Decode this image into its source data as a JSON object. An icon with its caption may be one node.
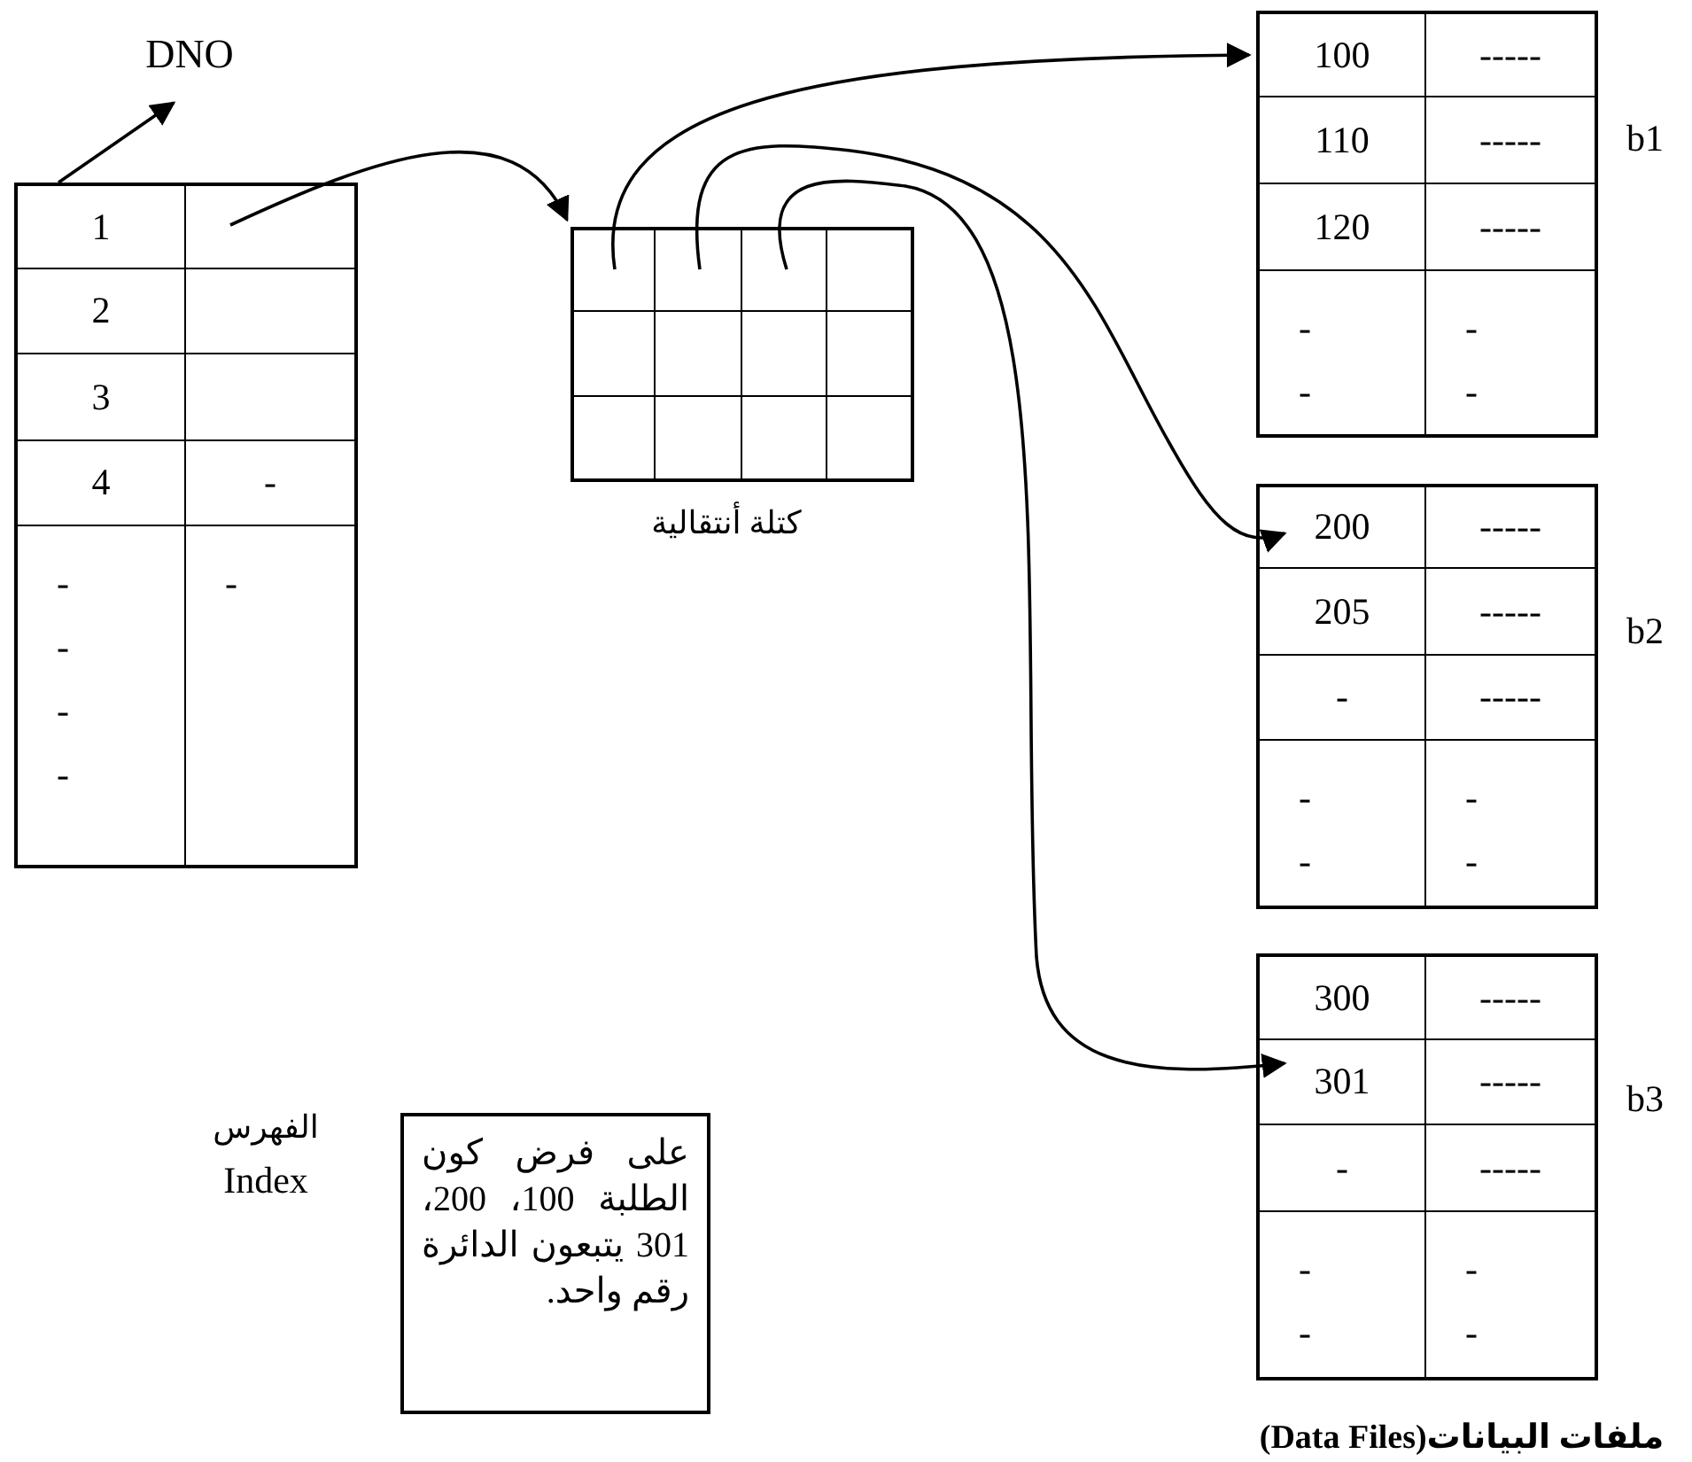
{
  "diagram": {
    "nodes": [
      {
        "text": [
          "DNO"
        ]
      },
      {
        "text": [],
        "shape": "box",
        "beside": [
          "الفهرس",
          "Index"
        ]
      },
      {
        "text": [
          "1"
        ],
        "in": 1
      },
      {
        "text": [],
        "shape": "box",
        "in": 1
      },
      {
        "text": [
          "2"
        ],
        "in": 1
      },
      {
        "text": [],
        "shape": "box",
        "in": 1
      },
      {
        "text": [
          "3"
        ],
        "in": 1
      },
      {
        "text": [],
        "shape": "box",
        "in": 1
      },
      {
        "text": [
          "4"
        ],
        "in": 1
      },
      {
        "text": [
          "-"
        ],
        "in": 1
      },
      {
        "text": [
          "- - - -"
        ],
        "in": 1
      },
      {
        "text": [
          "-"
        ],
        "in": 1
      },
      {
        "text": [],
        "shape": "box",
        "beside": [
          "كتلة أنتقالية"
        ]
      },
      {
        "text": [],
        "shape": "box",
        "in": 12
      },
      {
        "text": [],
        "shape": "box",
        "in": 12
      },
      {
        "text": [],
        "shape": "box",
        "in": 12
      },
      {
        "text": [],
        "shape": "box",
        "in": 12
      },
      {
        "text": [],
        "shape": "box",
        "in": 12
      },
      {
        "text": [],
        "shape": "box",
        "in": 12
      },
      {
        "text": [],
        "shape": "box",
        "in": 12
      },
      {
        "text": [],
        "shape": "box",
        "in": 12
      },
      {
        "text": [],
        "shape": "box",
        "in": 12
      },
      {
        "text": [],
        "shape": "box",
        "in": 12
      },
      {
        "text": [],
        "shape": "box",
        "in": 12
      },
      {
        "text": [],
        "shape": "box",
        "in": 12
      },
      {
        "text": [],
        "shape": "box",
        "beside": [
          "b1"
        ]
      },
      {
        "text": [
          "100"
        ],
        "in": 25
      },
      {
        "text": [
          "-----"
        ],
        "in": 25
      },
      {
        "text": [
          "110"
        ],
        "in": 25
      },
      {
        "text": [
          "-----"
        ],
        "in": 25
      },
      {
        "text": [
          "120"
        ],
        "in": 25
      },
      {
        "text": [
          "-----"
        ],
        "in": 25
      },
      {
        "text": [
          "- -"
        ],
        "in": 25
      },
      {
        "text": [
          "- -"
        ],
        "in": 25
      },
      {
        "text": [],
        "shape": "box",
        "beside": [
          "b2"
        ]
      },
      {
        "text": [
          "200"
        ],
        "in": 34
      },
      {
        "text": [
          "-----"
        ],
        "in": 34
      },
      {
        "text": [
          "205"
        ],
        "in": 34
      },
      {
        "text": [
          "-----"
        ],
        "in": 34
      },
      {
        "text": [
          "-"
        ],
        "in": 34
      },
      {
        "text": [
          "-----"
        ],
        "in": 34
      },
      {
        "text": [
          "- -"
        ],
        "in": 34
      },
      {
        "text": [
          "- -"
        ],
        "in": 34
      },
      {
        "text": [],
        "shape": "box",
        "beside": [
          "b3"
        ]
      },
      {
        "text": [
          "300"
        ],
        "in": 43
      },
      {
        "text": [
          "-----"
        ],
        "in": 43
      },
      {
        "text": [
          "301"
        ],
        "in": 43
      },
      {
        "text": [
          "-----"
        ],
        "in": 43
      },
      {
        "text": [
          "-"
        ],
        "in": 43
      },
      {
        "text": [
          "-----"
        ],
        "in": 43
      },
      {
        "text": [
          "- -"
        ],
        "in": 43
      },
      {
        "text": [
          "- -"
        ],
        "in": 43
      },
      {
        "text": [
          "على فرض كون الطلبة 100، 200، 301 يتبعون الدائرة رقم واحد."
        ]
      }
    ],
    "edges": [
      {
        "from": 1,
        "to": 0,
        "arrow": "to"
      },
      {
        "from": 3,
        "to": 12,
        "arrow": "to"
      },
      {
        "from": 13,
        "to": 26,
        "arrow": "to"
      },
      {
        "from": 14,
        "to": 35,
        "arrow": "to"
      },
      {
        "from": 15,
        "to": 46,
        "arrow": "to"
      }
    ],
    "labels": [
      "ملفات البيانات(Data Files)"
    ]
  }
}
